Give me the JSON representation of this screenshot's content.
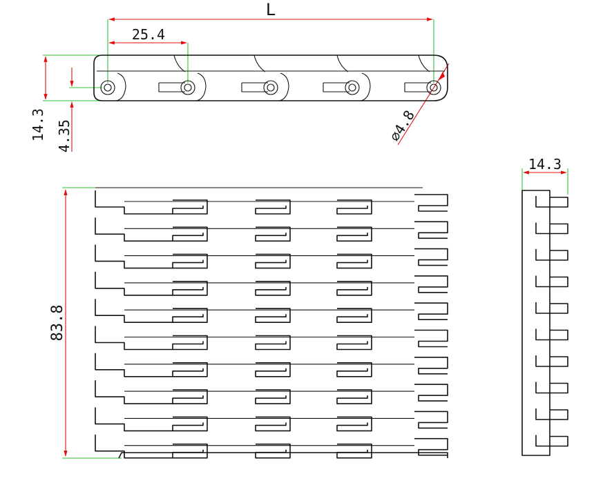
{
  "dimensions": {
    "overall_length": "L",
    "pitch": "25.4",
    "thickness": "14.3",
    "pin_height": "4.35",
    "pin_diameter": "⌀4.8",
    "belt_width": "83.8",
    "side_thickness": "14.3"
  },
  "colors": {
    "outline": "#111111",
    "extension_line": "#2fc22f",
    "dimension_line": "#e01010",
    "background": "#ffffff"
  }
}
